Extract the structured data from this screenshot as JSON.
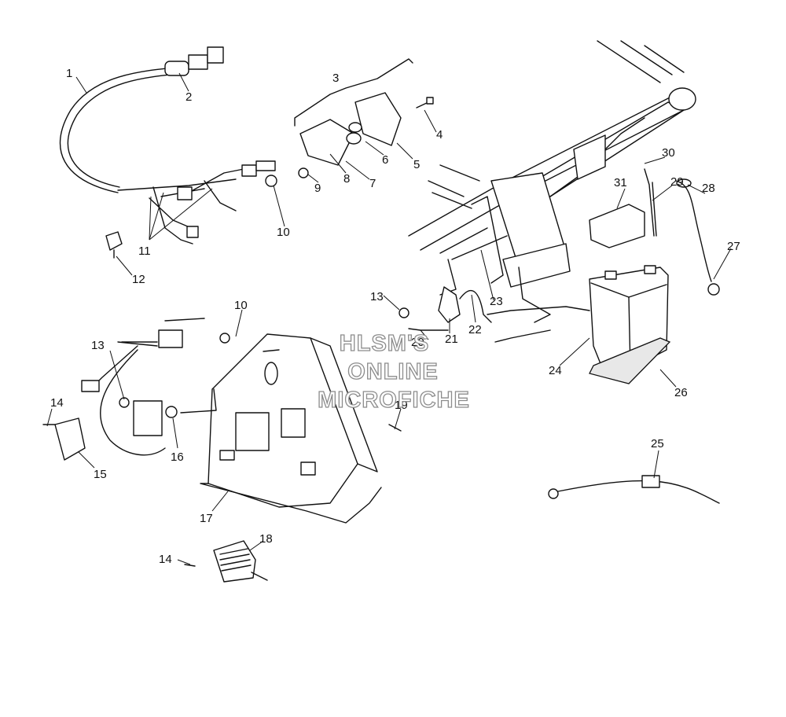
{
  "watermark": {
    "line1": "HLSM'S",
    "line2": "ONLINE",
    "line3": "MICROFICHE"
  },
  "callouts": [
    "1",
    "2",
    "3",
    "4",
    "5",
    "6",
    "7",
    "8",
    "9",
    "10",
    "11",
    "12",
    "13",
    "14",
    "15",
    "16",
    "17",
    "18",
    "19",
    "20",
    "21",
    "22",
    "23",
    "24",
    "25",
    "26",
    "27",
    "28",
    "29",
    "30",
    "31"
  ],
  "callout_repeats": {
    "10b": "10",
    "13b": "13",
    "14b": "14"
  }
}
